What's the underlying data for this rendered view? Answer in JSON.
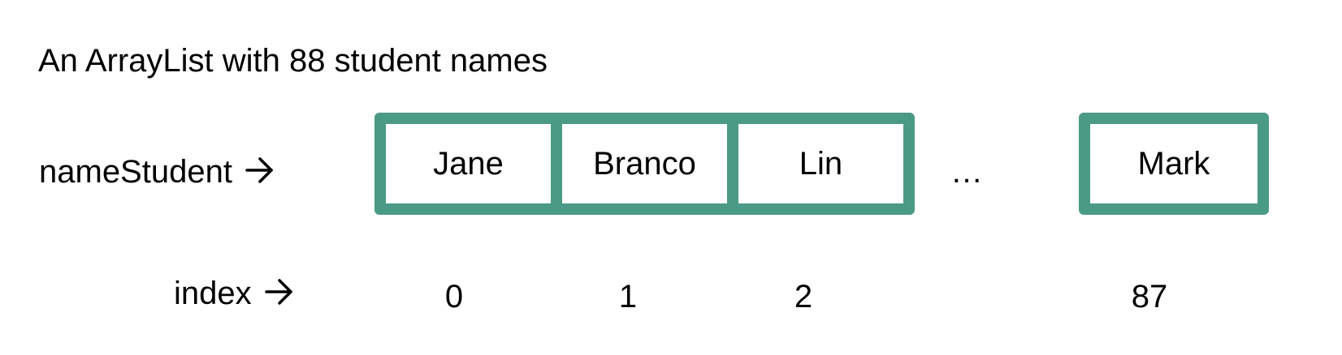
{
  "title": "An ArrayList with 88 student names",
  "variable_label": "nameStudent",
  "index_label": "index",
  "ellipsis": "…",
  "cells": [
    {
      "value": "Jane",
      "index": "0"
    },
    {
      "value": "Branco",
      "index": "1"
    },
    {
      "value": "Lin",
      "index": "2"
    }
  ],
  "last_cell": {
    "value": "Mark",
    "index": "87"
  },
  "colors": {
    "box_border": "#4a9a85",
    "text": "#000000",
    "background": "#ffffff"
  },
  "icons": {
    "row_arrow": "arrow-right-icon"
  }
}
